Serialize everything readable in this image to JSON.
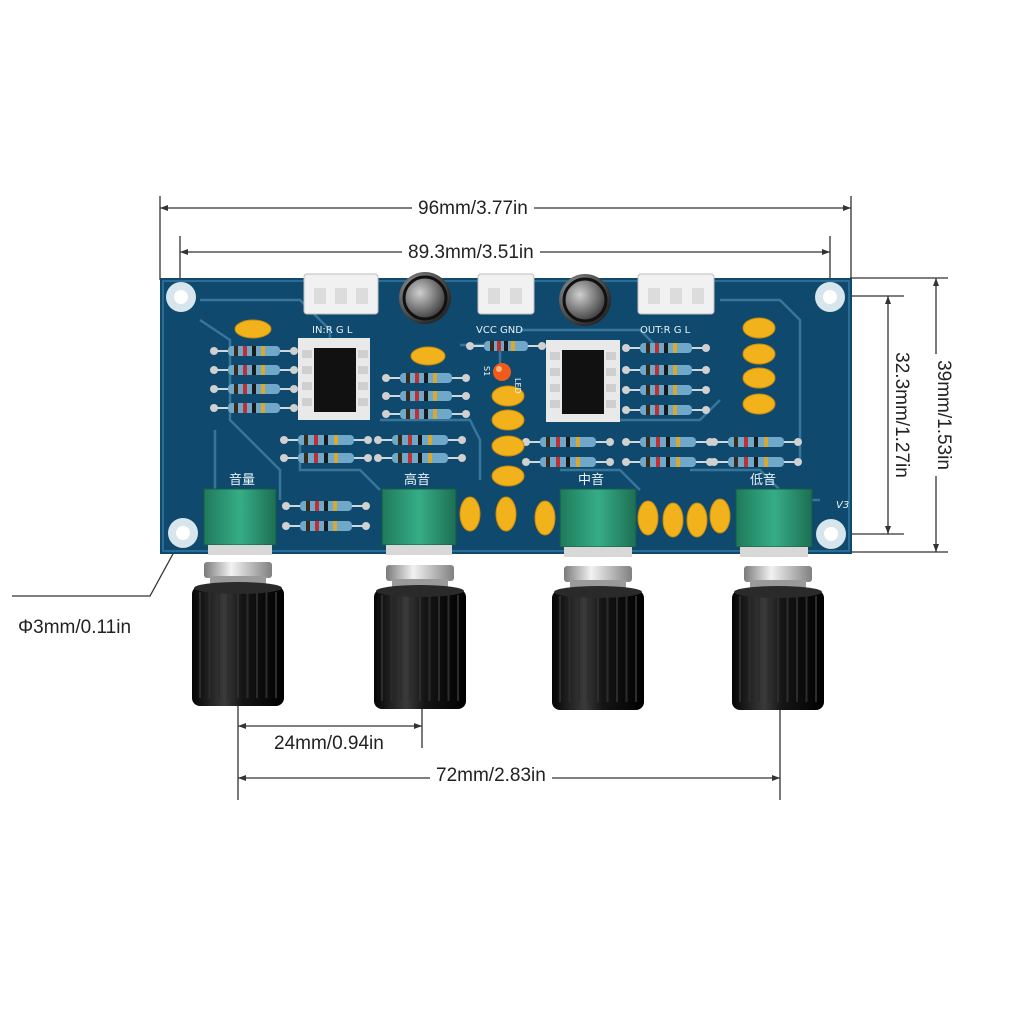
{
  "dimensions": {
    "overall_length": "96mm/3.77in",
    "hole_spacing_horizontal": "89.3mm/3.51in",
    "overall_height": "39mm/1.53in",
    "hole_spacing_vertical": "32.3mm/1.27in",
    "hole_diameter": "Φ3mm/0.11in",
    "knob_pitch": "24mm/0.94in",
    "knob_span": "72mm/2.83in"
  },
  "pcb_labels": {
    "input": "IN:R  G  L",
    "power": "VCC GND",
    "output": "OUT:R  G  L",
    "volume": "音量",
    "treble": "高音",
    "middle": "中音",
    "bass": "低音",
    "version": "V3",
    "led": "LED",
    "s1": "S1"
  },
  "colors": {
    "pcb": "#0f4a6e",
    "trace": "#3c7aa0",
    "pot_body": "#2f9a76",
    "knob": "#111111",
    "capacitor": "#f2b21c"
  }
}
